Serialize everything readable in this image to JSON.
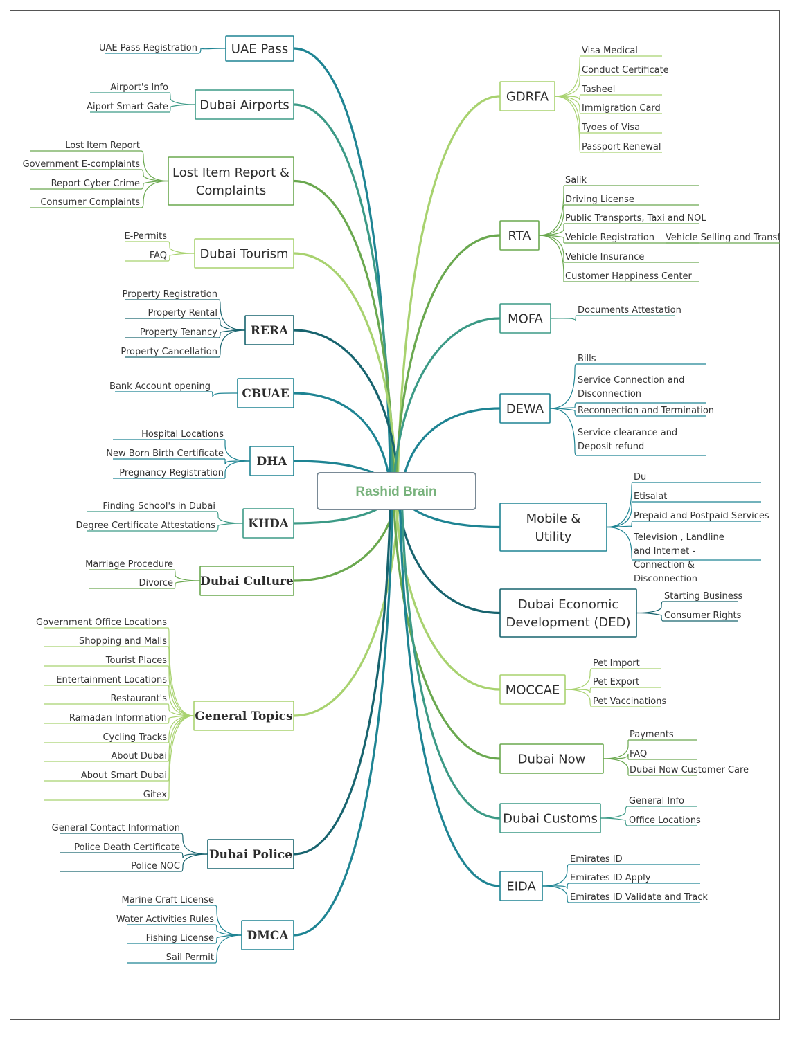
{
  "central": {
    "label": "Rashid Brain"
  },
  "colors": {
    "teal": "#1e8493",
    "green": "#6aa84f",
    "light": "#a8d26f",
    "mid": "#3c9a86",
    "dark": "#17636e"
  },
  "branches": [
    {
      "id": "uae-pass",
      "side": "left",
      "label": [
        "UAE Pass"
      ],
      "leaves": [
        "UAE Pass Registration"
      ]
    },
    {
      "id": "dubai-airports",
      "side": "left",
      "label": [
        "Dubai Airports"
      ],
      "leaves": [
        "Airport's Info",
        "Aiport Smart Gate"
      ]
    },
    {
      "id": "lost-item",
      "side": "left",
      "label": [
        "Lost Item Report &",
        "Complaints"
      ],
      "leaves": [
        "Lost Item Report",
        "Government E-complaints",
        "Report Cyber Crime",
        "Consumer Complaints"
      ]
    },
    {
      "id": "dubai-tourism",
      "side": "left",
      "label": [
        "Dubai Tourism"
      ],
      "leaves": [
        "E-Permits",
        "FAQ"
      ]
    },
    {
      "id": "rera",
      "side": "left",
      "label": [
        "RERA"
      ],
      "leaves": [
        "Property Registration",
        "Property Rental",
        "Property Tenancy",
        "Property Cancellation"
      ]
    },
    {
      "id": "cbuae",
      "side": "left",
      "label": [
        "CBUAE"
      ],
      "leaves": [
        "Bank Account opening"
      ]
    },
    {
      "id": "dha",
      "side": "left",
      "label": [
        "DHA"
      ],
      "leaves": [
        "Hospital Locations",
        "New Born Birth Certificate",
        "Pregnancy Registration"
      ]
    },
    {
      "id": "khda",
      "side": "left",
      "label": [
        "KHDA"
      ],
      "leaves": [
        "Finding School's in Dubai",
        "Degree Certificate Attestations"
      ]
    },
    {
      "id": "dubai-culture",
      "side": "left",
      "label": [
        "Dubai Culture"
      ],
      "leaves": [
        "Marriage Procedure",
        "Divorce"
      ]
    },
    {
      "id": "general-topics",
      "side": "left",
      "label": [
        "General Topics"
      ],
      "leaves": [
        "Government Office Locations",
        "Shopping and Malls",
        "Tourist Places",
        "Entertainment Locations",
        "Restaurant's",
        "Ramadan Information",
        "Cycling Tracks",
        "About Dubai",
        "About Smart Dubai",
        "Gitex"
      ]
    },
    {
      "id": "dubai-police",
      "side": "left",
      "label": [
        "Dubai Police"
      ],
      "leaves": [
        "General Contact Information",
        "Police Death Certificate",
        "Police NOC"
      ]
    },
    {
      "id": "dmca",
      "side": "left",
      "label": [
        "DMCA"
      ],
      "leaves": [
        "Marine Craft License",
        "Water Activities Rules",
        "Fishing License",
        "Sail Permit"
      ]
    },
    {
      "id": "gdrfa",
      "side": "right",
      "label": [
        "GDRFA"
      ],
      "leaves": [
        "Visa Medical",
        "Conduct Certificate",
        "Tasheel",
        "Immigration Card",
        "Tyoes of Visa",
        "Passport Renewal"
      ]
    },
    {
      "id": "rta",
      "side": "right",
      "label": [
        "RTA"
      ],
      "leaves": [
        "Salik",
        "Driving License",
        "Public Transports, Taxi and NOL",
        "Vehicle Registration",
        "Vehicle Insurance",
        "Customer Happiness Center"
      ],
      "sub_leaf": "Vehicle Selling and Transfer"
    },
    {
      "id": "mofa",
      "side": "right",
      "label": [
        "MOFA"
      ],
      "leaves": [
        "Documents Attestation"
      ]
    },
    {
      "id": "dewa",
      "side": "right",
      "label": [
        "DEWA"
      ],
      "leaves": [
        "Bills",
        "Service Connection and Disconnection",
        "Reconnection and Termination",
        "Service clearance and Deposit refund"
      ]
    },
    {
      "id": "mobile-utility",
      "side": "right",
      "label": [
        "Mobile &",
        "Utility"
      ],
      "leaves": [
        "Du",
        "Etisalat",
        "Prepaid and Postpaid Services",
        "Television , Landline and Internet - Connection & Disconnection"
      ]
    },
    {
      "id": "ded",
      "side": "right",
      "label": [
        "Dubai Economic",
        "Development (DED)"
      ],
      "leaves": [
        "Starting Business",
        "Consumer Rights"
      ]
    },
    {
      "id": "moccae",
      "side": "right",
      "label": [
        "MOCCAE"
      ],
      "leaves": [
        "Pet Import",
        "Pet Export",
        "Pet Vaccinations"
      ]
    },
    {
      "id": "dubai-now",
      "side": "right",
      "label": [
        "Dubai Now"
      ],
      "leaves": [
        "Payments",
        "FAQ",
        "Dubai Now Customer Care"
      ]
    },
    {
      "id": "dubai-customs",
      "side": "right",
      "label": [
        "Dubai Customs"
      ],
      "leaves": [
        "General Info",
        "Office Locations"
      ]
    },
    {
      "id": "eida",
      "side": "right",
      "label": [
        "EIDA"
      ],
      "leaves": [
        "Emirates ID",
        "Emirates ID Apply",
        "Emirates ID Validate and Track"
      ]
    }
  ]
}
